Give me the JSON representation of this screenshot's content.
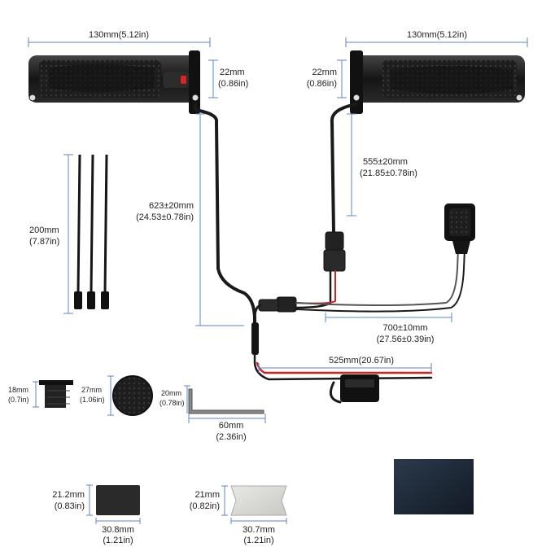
{
  "dimensions": {
    "left_grip_width": "130mm(5.12in)",
    "right_grip_width": "130mm(5.12in)",
    "left_grip_height_mm": "22mm",
    "left_grip_height_in": "(0.86in)",
    "right_grip_height_mm": "22mm",
    "right_grip_height_in": "(0.86in)",
    "right_cable_mm": "555±20mm",
    "right_cable_in": "(21.85±0.78in)",
    "left_cable_mm": "623±20mm",
    "left_cable_in": "(24.53±0.78in)",
    "zip_tie_mm": "200mm",
    "zip_tie_in": "(7.87in)",
    "switch_cable_mm": "700±10mm",
    "switch_cable_in": "(27.56±0.39in)",
    "battery_cable": "525mm(20.67in)",
    "plug_height_mm": "18mm",
    "plug_height_in": "(0.7in)",
    "cap_diameter_mm": "27mm",
    "cap_diameter_in": "(1.06in)",
    "bracket_height_mm": "20mm",
    "bracket_height_in": "(0.78in)",
    "bracket_length_mm": "60mm",
    "bracket_length_in": "(2.36in)",
    "pad1_height_mm": "21.2mm",
    "pad1_height_in": "(0.83in)",
    "pad1_width_mm": "30.8mm",
    "pad1_width_in": "(1.21in)",
    "pad2_height_mm": "21mm",
    "pad2_height_in": "(0.82in)",
    "pad2_width_mm": "30.7mm",
    "pad2_width_in": "(1.21in)"
  },
  "colors": {
    "grip": "#1c1c1c",
    "cable": "#1a1a1a",
    "wire_red": "#d42020",
    "dimension_line": "#5b86c9",
    "switch_indicator": "#e02222",
    "sheet": "#1f2c3a"
  },
  "components": [
    "left-heated-grip",
    "right-heated-grip",
    "zip-ties",
    "control-switch",
    "inline-fuse",
    "cable-plug",
    "round-cap",
    "l-bracket",
    "adhesive-pad-black",
    "adhesive-pad-silver",
    "heat-shrink-sheet"
  ]
}
